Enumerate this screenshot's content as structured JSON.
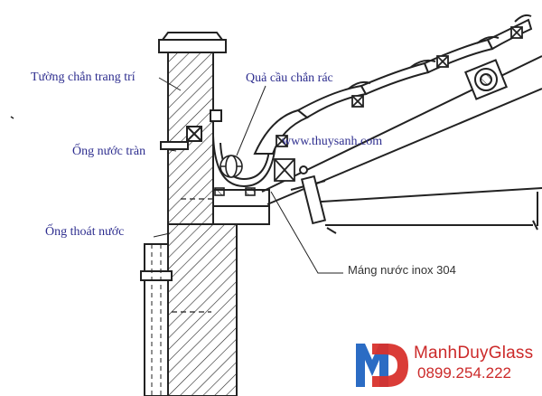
{
  "labels": {
    "wall": "Tường chắn  trang trí",
    "ball": "Quả cầu chắn rác",
    "website": "www.thuysanh.com",
    "overflow_pipe": "Ống nước tràn",
    "drain_pipe": "Ống thoát nước",
    "gutter": "Máng nước inox 304"
  },
  "brand": {
    "name": "ManhDuyGlass",
    "phone": "0899.254.222",
    "color": "#cc2a2a",
    "logo_colors": [
      "#2b6cc4",
      "#d8312c"
    ]
  },
  "ink_color": "#222222",
  "label_color": "#2e2e8f"
}
